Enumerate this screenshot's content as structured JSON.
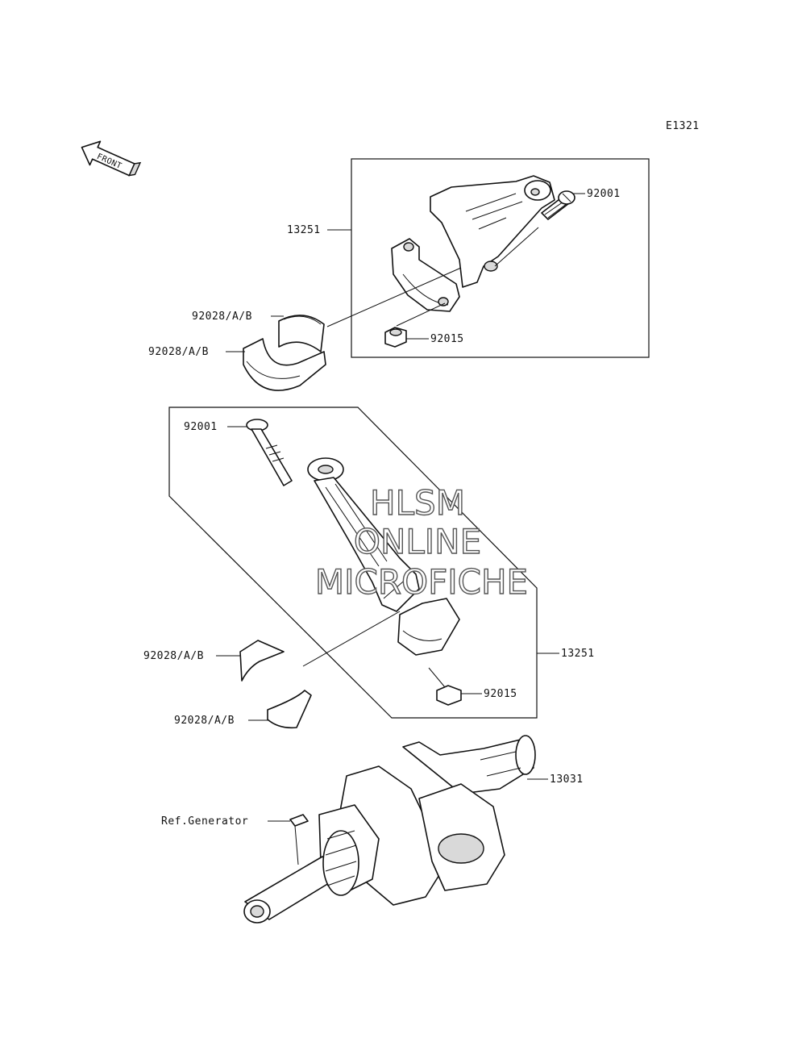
{
  "diagram_code": "E1321",
  "front_indicator": "FRONT",
  "watermark": {
    "line1": "HLSM",
    "line2": "ONLINE",
    "line3": "MICROFICHE"
  },
  "callouts": {
    "rod_top": "13251",
    "bolt_top": "92001",
    "nut_top": "92015",
    "bearing_top_1": "92028/A/B",
    "bearing_top_2": "92028/A/B",
    "bolt_mid": "92001",
    "rod_mid": "13251",
    "bearing_mid_1": "92028/A/B",
    "bearing_mid_2": "92028/A/B",
    "nut_mid": "92015",
    "crankshaft": "13031",
    "ref_generator": "Ref.Generator"
  },
  "icons": [
    "front-arrow-icon"
  ]
}
